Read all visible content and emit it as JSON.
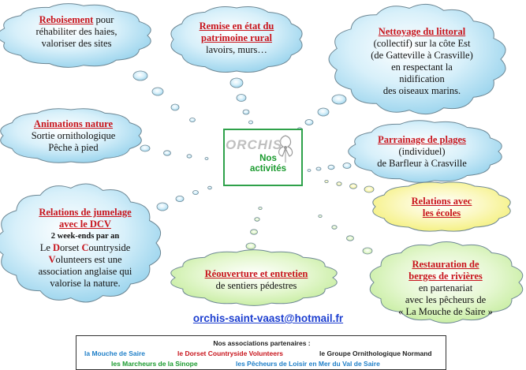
{
  "clouds": {
    "reboisement": {
      "title": "Reboisement",
      "title_tail": " pour",
      "lines": [
        "réhabiliter des haies,",
        "valoriser des sites"
      ]
    },
    "remise": {
      "title_lines": [
        "Remise en état du",
        "patrimoine rural"
      ],
      "lines": [
        "lavoirs, murs…"
      ]
    },
    "nettoyage": {
      "title": "Nettoyage du littoral",
      "lines": [
        "(collectif) sur la côte Est",
        "(de Gatteville à Crasville)",
        "en respectant la",
        "nidification",
        "des oiseaux marins."
      ]
    },
    "animations": {
      "title": "Animations nature",
      "lines": [
        "Sortie ornithologique",
        "Pêche à pied"
      ]
    },
    "parrainage": {
      "title": "Parrainage de plages",
      "lines": [
        "(individuel)",
        "de Barfleur à Crasville"
      ]
    },
    "jumelage": {
      "title_lines": [
        "Relations de jumelage",
        "avec le DCV"
      ],
      "bold_line": "2 week-ends par an",
      "le": "Le ",
      "dorset": [
        "D",
        "orset ",
        "C",
        "ountryside"
      ],
      "volunteers": [
        "V",
        "olunteers est une"
      ],
      "lines": [
        "association anglaise qui",
        "valorise la nature."
      ]
    },
    "ecoles": {
      "title_lines": [
        "Relations avec",
        "les écoles"
      ]
    },
    "reouverture": {
      "title": "Réouverture et entretien",
      "lines": [
        "de sentiers pédestres"
      ]
    },
    "restauration": {
      "title_lines": [
        "Restauration de",
        "berges de rivières"
      ],
      "lines": [
        "en partenariat",
        "avec les pêcheurs de",
        "« La Mouche de Saire »"
      ]
    }
  },
  "center": {
    "logo_text": "ORCHIS",
    "label_lines": [
      "Nos",
      "activités"
    ]
  },
  "email": "orchis-saint-vaast@hotmail.fr",
  "partners": {
    "heading": "Nos associations partenaires :",
    "items": [
      {
        "name": "la Mouche de Saire",
        "color": "#1f7fc8"
      },
      {
        "name": "le Dorset Countryside Volunteers",
        "color": "#c8141c"
      },
      {
        "name": "le Groupe Ornithologique Normand",
        "color": "#222222"
      },
      {
        "name": "les Marcheurs de la Sinope",
        "color": "#1a9a2e"
      },
      {
        "name": "les Pêcheurs de Loisir en Mer du Val de Saire",
        "color": "#1f7fc8"
      }
    ]
  },
  "colors": {
    "cloud_blue": "#9fd6ee",
    "cloud_green": "#c4ec9c",
    "cloud_yellow": "#f4f07a",
    "title_red": "#c8141c",
    "center_border": "#2ea14a",
    "email_blue": "#1d3fd0"
  }
}
